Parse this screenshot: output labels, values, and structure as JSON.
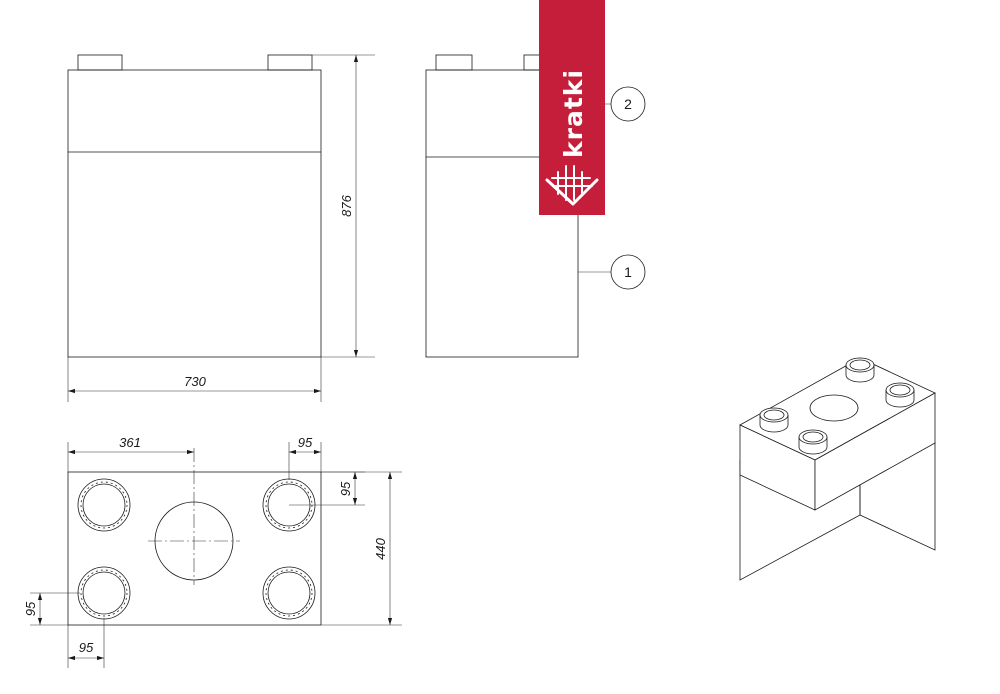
{
  "dimensions": {
    "height": "876",
    "width": "730",
    "top_hole_offset": "361",
    "top_right_offset": "95",
    "top_right_edge_offset": "95",
    "depth": "440",
    "bottom_left_edge_offset": "95",
    "bottom_left_offset": "95"
  },
  "callouts": {
    "one": "1",
    "two": "2"
  },
  "logo": {
    "text": "kratki",
    "background_color": "#c41e3a"
  }
}
